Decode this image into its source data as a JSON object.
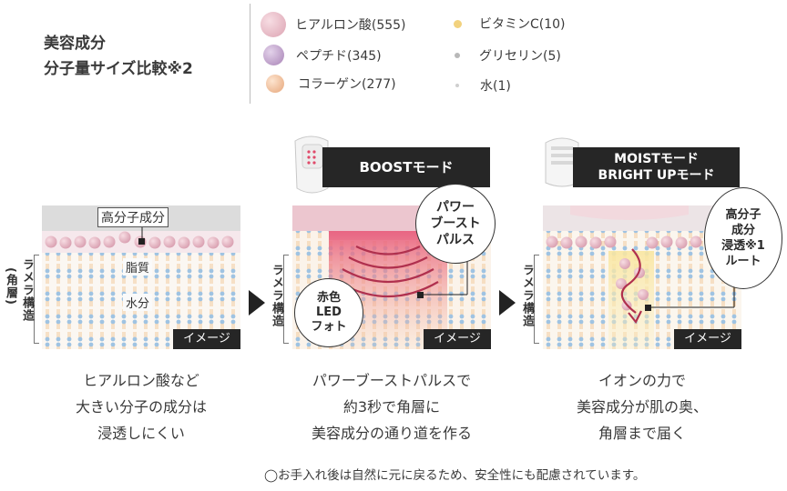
{
  "title": {
    "line1": "美容成分",
    "line2": "分子量サイズ比較※2"
  },
  "legend": [
    {
      "label": "ヒアルロン酸(555)",
      "color": "#e8b8c4",
      "icon": "hyaluronic-molecule-icon"
    },
    {
      "label": "ペプチド(345)",
      "color": "#c4a4cf",
      "icon": "peptide-molecule-icon"
    },
    {
      "label": "コラーゲン(277)",
      "color": "#f2c09c",
      "icon": "collagen-molecule-icon"
    },
    {
      "label": "ビタミンC(10)",
      "color": "#f2d27e",
      "icon": "vitamin-c-molecule-icon"
    },
    {
      "label": "グリセリン(5)",
      "color": "#bdbdbd",
      "icon": "glycerin-molecule-icon"
    },
    {
      "label": "水(1)",
      "color": "#cfcfcf",
      "icon": "water-molecule-icon"
    }
  ],
  "panel1": {
    "label_polymer": "高分子成分",
    "label_lipid": "脂質",
    "label_water": "水分",
    "tag": "イメージ",
    "side_label_main": "ラメラ構造",
    "side_label_sub": "(角層)",
    "caption": [
      "ヒアルロン酸など",
      "大きい分子の成分は",
      "浸透しにくい"
    ]
  },
  "panel2": {
    "mode": "BOOSTモード",
    "bubble_pulse": [
      "パワー",
      "ブースト",
      "パルス"
    ],
    "bubble_led": [
      "赤色",
      "LED",
      "フォト"
    ],
    "tag": "イメージ",
    "side_label": "ラメラ構造",
    "caption": [
      "パワーブーストパルスで",
      "約3秒で角層に",
      "美容成分の通り道を作る"
    ]
  },
  "panel3": {
    "mode_line1": "MOISTモード",
    "mode_line2": "BRIGHT UPモード",
    "bubble": [
      "高分子",
      "成分",
      "浸透※1",
      "ルート"
    ],
    "tag": "イメージ",
    "side_label": "ラメラ構造",
    "caption": [
      "イオンの力で",
      "美容成分が肌の奥、",
      "角層まで届く"
    ]
  },
  "note": "◯お手入れ後は自然に元に戻るため、安全性にも配慮されています。",
  "colors": {
    "hyaluronic": "#e8b8c4",
    "lipid_blue": "#9fc3e2",
    "lipid_orange": "#f0c89a",
    "red_light": "#e04a6a",
    "dark": "#262626"
  }
}
